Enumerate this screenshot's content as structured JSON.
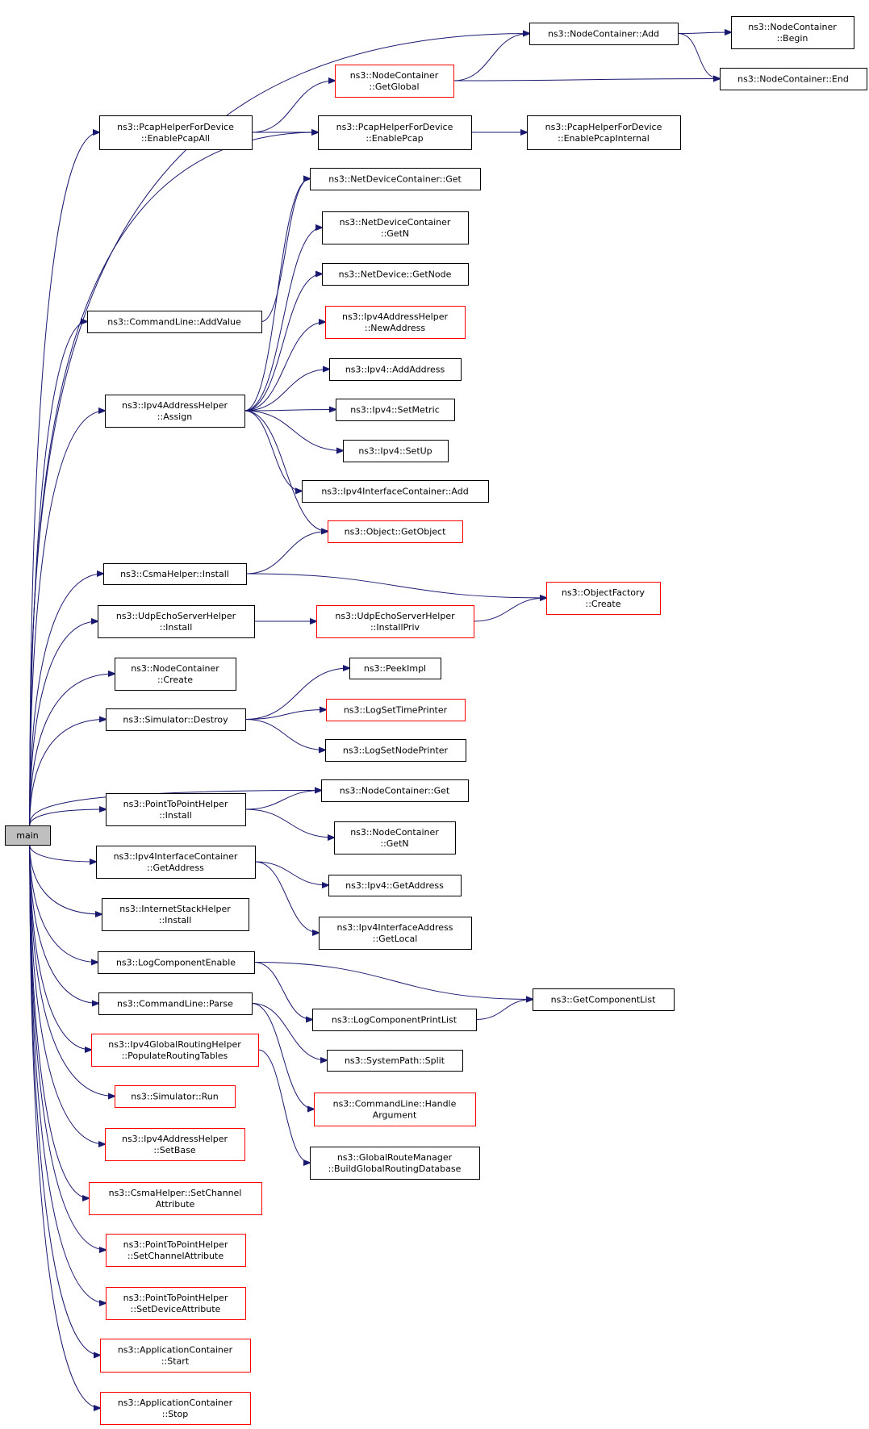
{
  "diagram": {
    "root": "main",
    "nodes": [
      {
        "id": "main",
        "lines": [
          "main"
        ],
        "style": "root"
      },
      {
        "id": "nc_add",
        "lines": [
          "ns3::NodeContainer::Add"
        ],
        "style": "black"
      },
      {
        "id": "nc_begin",
        "lines": [
          "ns3::NodeContainer",
          "::Begin"
        ],
        "style": "black"
      },
      {
        "id": "nc_getglobal",
        "lines": [
          "ns3::NodeContainer",
          "::GetGlobal"
        ],
        "style": "red"
      },
      {
        "id": "nc_end",
        "lines": [
          "ns3::NodeContainer::End"
        ],
        "style": "black"
      },
      {
        "id": "pcap_all",
        "lines": [
          "ns3::PcapHelperForDevice",
          "::EnablePcapAll"
        ],
        "style": "black"
      },
      {
        "id": "pcap_enable",
        "lines": [
          "ns3::PcapHelperForDevice",
          "::EnablePcap"
        ],
        "style": "black"
      },
      {
        "id": "pcap_internal",
        "lines": [
          "ns3::PcapHelperForDevice",
          "::EnablePcapInternal"
        ],
        "style": "black"
      },
      {
        "id": "ndc_get",
        "lines": [
          "ns3::NetDeviceContainer::Get"
        ],
        "style": "black"
      },
      {
        "id": "ndc_getn",
        "lines": [
          "ns3::NetDeviceContainer",
          "::GetN"
        ],
        "style": "black"
      },
      {
        "id": "nd_getnode",
        "lines": [
          "ns3::NetDevice::GetNode"
        ],
        "style": "black"
      },
      {
        "id": "cl_addvalue",
        "lines": [
          "ns3::CommandLine::AddValue"
        ],
        "style": "black"
      },
      {
        "id": "ipv4ah_newaddr",
        "lines": [
          "ns3::Ipv4AddressHelper",
          "::NewAddress"
        ],
        "style": "red"
      },
      {
        "id": "ipv4ah_assign",
        "lines": [
          "ns3::Ipv4AddressHelper",
          "::Assign"
        ],
        "style": "black"
      },
      {
        "id": "ipv4_addaddr",
        "lines": [
          "ns3::Ipv4::AddAddress"
        ],
        "style": "black"
      },
      {
        "id": "ipv4_setmetric",
        "lines": [
          "ns3::Ipv4::SetMetric"
        ],
        "style": "black"
      },
      {
        "id": "ipv4_setup",
        "lines": [
          "ns3::Ipv4::SetUp"
        ],
        "style": "black"
      },
      {
        "id": "ipv4ic_add",
        "lines": [
          "ns3::Ipv4InterfaceContainer::Add"
        ],
        "style": "black"
      },
      {
        "id": "obj_getobject",
        "lines": [
          "ns3::Object::GetObject"
        ],
        "style": "red"
      },
      {
        "id": "csma_install",
        "lines": [
          "ns3::CsmaHelper::Install"
        ],
        "style": "black"
      },
      {
        "id": "of_create",
        "lines": [
          "ns3::ObjectFactory",
          "::Create"
        ],
        "style": "red"
      },
      {
        "id": "udp_install",
        "lines": [
          "ns3::UdpEchoServerHelper",
          "::Install"
        ],
        "style": "black"
      },
      {
        "id": "udp_installpriv",
        "lines": [
          "ns3::UdpEchoServerHelper",
          "::InstallPriv"
        ],
        "style": "red"
      },
      {
        "id": "nc_create",
        "lines": [
          "ns3::NodeContainer",
          "::Create"
        ],
        "style": "black"
      },
      {
        "id": "peekimpl",
        "lines": [
          "ns3::PeekImpl"
        ],
        "style": "black"
      },
      {
        "id": "sim_destroy",
        "lines": [
          "ns3::Simulator::Destroy"
        ],
        "style": "black"
      },
      {
        "id": "logsettime",
        "lines": [
          "ns3::LogSetTimePrinter"
        ],
        "style": "red"
      },
      {
        "id": "logsetnode",
        "lines": [
          "ns3::LogSetNodePrinter"
        ],
        "style": "black"
      },
      {
        "id": "nc_get",
        "lines": [
          "ns3::NodeContainer::Get"
        ],
        "style": "black"
      },
      {
        "id": "p2p_install",
        "lines": [
          "ns3::PointToPointHelper",
          "::Install"
        ],
        "style": "black"
      },
      {
        "id": "nc_getn",
        "lines": [
          "ns3::NodeContainer",
          "::GetN"
        ],
        "style": "black"
      },
      {
        "id": "ipv4ic_getaddr",
        "lines": [
          "ns3::Ipv4InterfaceContainer",
          "::GetAddress"
        ],
        "style": "black"
      },
      {
        "id": "ipv4_getaddr",
        "lines": [
          "ns3::Ipv4::GetAddress"
        ],
        "style": "black"
      },
      {
        "id": "ish_install",
        "lines": [
          "ns3::InternetStackHelper",
          "::Install"
        ],
        "style": "black"
      },
      {
        "id": "ipv4ia_getlocal",
        "lines": [
          "ns3::Ipv4InterfaceAddress",
          "::GetLocal"
        ],
        "style": "black"
      },
      {
        "id": "logcompenable",
        "lines": [
          "ns3::LogComponentEnable"
        ],
        "style": "black"
      },
      {
        "id": "getcomplist",
        "lines": [
          "ns3::GetComponentList"
        ],
        "style": "black"
      },
      {
        "id": "cl_parse",
        "lines": [
          "ns3::CommandLine::Parse"
        ],
        "style": "black"
      },
      {
        "id": "logcompprint",
        "lines": [
          "ns3::LogComponentPrintList"
        ],
        "style": "black"
      },
      {
        "id": "grh_populate",
        "lines": [
          "ns3::Ipv4GlobalRoutingHelper",
          "::PopulateRoutingTables"
        ],
        "style": "red"
      },
      {
        "id": "sp_split",
        "lines": [
          "ns3::SystemPath::Split"
        ],
        "style": "black"
      },
      {
        "id": "cl_handlearg",
        "lines": [
          "ns3::CommandLine::Handle",
          "Argument"
        ],
        "style": "red"
      },
      {
        "id": "sim_run",
        "lines": [
          "ns3::Simulator::Run"
        ],
        "style": "red"
      },
      {
        "id": "grm_build",
        "lines": [
          "ns3::GlobalRouteManager",
          "::BuildGlobalRoutingDatabase"
        ],
        "style": "black"
      },
      {
        "id": "ipv4ah_setbase",
        "lines": [
          "ns3::Ipv4AddressHelper",
          "::SetBase"
        ],
        "style": "red"
      },
      {
        "id": "csma_setchan",
        "lines": [
          "ns3::CsmaHelper::SetChannel",
          "Attribute"
        ],
        "style": "red"
      },
      {
        "id": "p2p_setchan",
        "lines": [
          "ns3::PointToPointHelper",
          "::SetChannelAttribute"
        ],
        "style": "red"
      },
      {
        "id": "p2p_setdev",
        "lines": [
          "ns3::PointToPointHelper",
          "::SetDeviceAttribute"
        ],
        "style": "red"
      },
      {
        "id": "ac_start",
        "lines": [
          "ns3::ApplicationContainer",
          "::Start"
        ],
        "style": "red"
      },
      {
        "id": "ac_stop",
        "lines": [
          "ns3::ApplicationContainer",
          "::Stop"
        ],
        "style": "red"
      }
    ],
    "edges": [
      [
        "main",
        "nc_add"
      ],
      [
        "main",
        "pcap_all"
      ],
      [
        "main",
        "pcap_enable"
      ],
      [
        "main",
        "cl_addvalue"
      ],
      [
        "main",
        "ipv4ah_assign"
      ],
      [
        "main",
        "csma_install"
      ],
      [
        "main",
        "udp_install"
      ],
      [
        "main",
        "nc_create"
      ],
      [
        "main",
        "sim_destroy"
      ],
      [
        "main",
        "nc_get"
      ],
      [
        "main",
        "p2p_install"
      ],
      [
        "main",
        "ipv4ic_getaddr"
      ],
      [
        "main",
        "ish_install"
      ],
      [
        "main",
        "logcompenable"
      ],
      [
        "main",
        "cl_parse"
      ],
      [
        "main",
        "grh_populate"
      ],
      [
        "main",
        "sim_run"
      ],
      [
        "main",
        "ipv4ah_setbase"
      ],
      [
        "main",
        "csma_setchan"
      ],
      [
        "main",
        "p2p_setchan"
      ],
      [
        "main",
        "p2p_setdev"
      ],
      [
        "main",
        "ac_start"
      ],
      [
        "main",
        "ac_stop"
      ],
      [
        "nc_add",
        "nc_begin"
      ],
      [
        "nc_add",
        "nc_end"
      ],
      [
        "nc_getglobal",
        "nc_add"
      ],
      [
        "nc_getglobal",
        "nc_end"
      ],
      [
        "pcap_all",
        "nc_getglobal"
      ],
      [
        "pcap_all",
        "pcap_enable"
      ],
      [
        "pcap_enable",
        "pcap_internal"
      ],
      [
        "cl_addvalue",
        "ndc_get"
      ],
      [
        "ipv4ah_assign",
        "ndc_get"
      ],
      [
        "ipv4ah_assign",
        "ndc_getn"
      ],
      [
        "ipv4ah_assign",
        "nd_getnode"
      ],
      [
        "ipv4ah_assign",
        "ipv4ah_newaddr"
      ],
      [
        "ipv4ah_assign",
        "ipv4_addaddr"
      ],
      [
        "ipv4ah_assign",
        "ipv4_setmetric"
      ],
      [
        "ipv4ah_assign",
        "ipv4_setup"
      ],
      [
        "ipv4ah_assign",
        "ipv4ic_add"
      ],
      [
        "ipv4ah_assign",
        "obj_getobject"
      ],
      [
        "csma_install",
        "obj_getobject"
      ],
      [
        "csma_install",
        "of_create"
      ],
      [
        "udp_install",
        "udp_installpriv"
      ],
      [
        "udp_installpriv",
        "of_create"
      ],
      [
        "sim_destroy",
        "peekimpl"
      ],
      [
        "sim_destroy",
        "logsettime"
      ],
      [
        "sim_destroy",
        "logsetnode"
      ],
      [
        "p2p_install",
        "nc_get"
      ],
      [
        "p2p_install",
        "nc_getn"
      ],
      [
        "ipv4ic_getaddr",
        "ipv4_getaddr"
      ],
      [
        "ipv4ic_getaddr",
        "ipv4ia_getlocal"
      ],
      [
        "logcompenable",
        "getcomplist"
      ],
      [
        "logcompenable",
        "logcompprint"
      ],
      [
        "logcompprint",
        "getcomplist"
      ],
      [
        "cl_parse",
        "sp_split"
      ],
      [
        "cl_parse",
        "cl_handlearg"
      ],
      [
        "grh_populate",
        "grm_build"
      ]
    ]
  }
}
